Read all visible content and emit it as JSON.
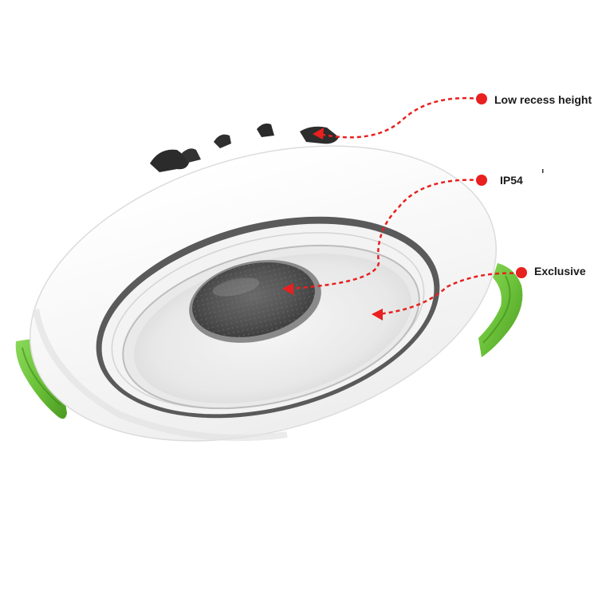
{
  "callouts": [
    {
      "label": "Low recess height"
    },
    {
      "label": "IP54"
    },
    {
      "label": "Exclusive"
    }
  ],
  "colors": {
    "callout_red": "#e8201f",
    "spring_clip_green": "#6cc23a",
    "housing_white": "#f4f4f4",
    "lens_grey": "#4a4a4a"
  }
}
